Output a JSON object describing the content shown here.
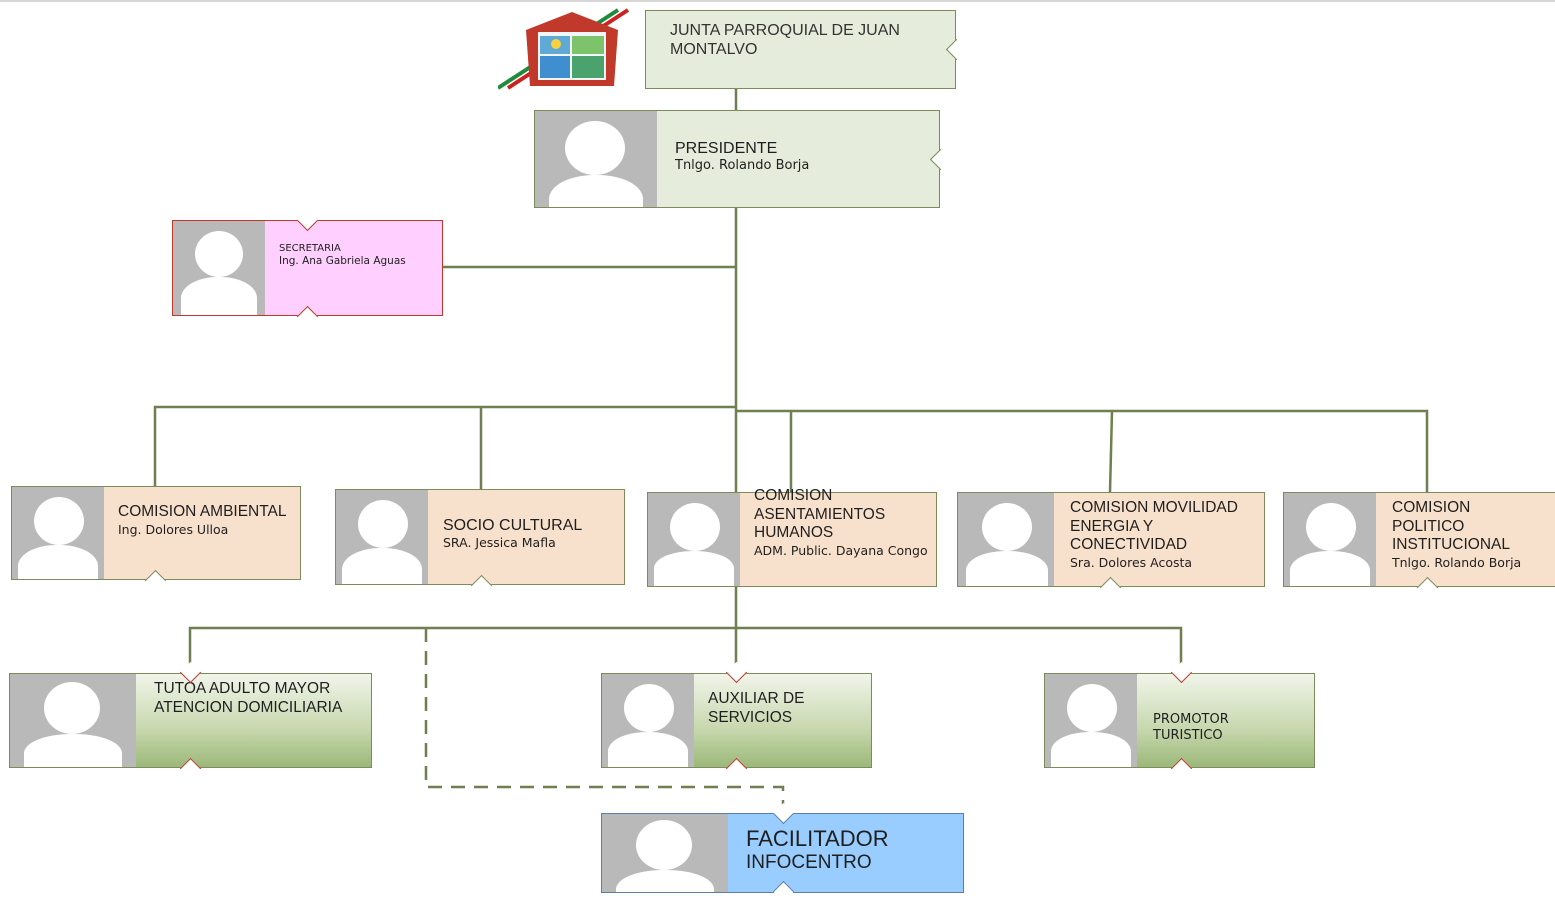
{
  "colors": {
    "line": "#6f7f4f",
    "green_box": "#e6ecdb",
    "pink_box": "#ffcfff",
    "peach_box": "#f8e1cc",
    "staff_box_top": "#f1f5ea",
    "staff_box_bottom": "#9cb879",
    "blue_box": "#99ccff",
    "red_border": "#c0392b"
  },
  "logo": {
    "label": "JUNTA PARROQUIAL DE JUAN MONTALVO",
    "icon": "parish-emblem-icon"
  },
  "president": {
    "title": "PRESIDENTE",
    "name": "Tnlgo. Rolando Borja"
  },
  "secretary": {
    "title": "SECRETARIA",
    "name": "Ing. Ana Gabriela Aguas"
  },
  "commissions": [
    {
      "title": "COMISION AMBIENTAL",
      "name": "Ing. Dolores Ulloa"
    },
    {
      "title": "SOCIO CULTURAL",
      "name": "SRA. Jessica Mafla"
    },
    {
      "title": "COMISION ASENTAMIENTOS HUMANOS",
      "name": "ADM. Public. Dayana Congo"
    },
    {
      "title": "COMISION MOVILIDAD ENERGIA Y CONECTIVIDAD",
      "name": "Sra. Dolores Acosta"
    },
    {
      "title": "COMISION POLITICO INSTITUCIONAL",
      "name": "Tnlgo. Rolando Borja"
    }
  ],
  "staff": [
    {
      "title": "TUTOA ADULTO MAYOR ATENCION DOMICILIARIA"
    },
    {
      "title": "AUXILIAR DE SERVICIOS"
    },
    {
      "title": "PROMOTOR TURISTICO"
    }
  ],
  "facilitator": {
    "title": "FACILITADOR",
    "name": "INFOCENTRO"
  }
}
